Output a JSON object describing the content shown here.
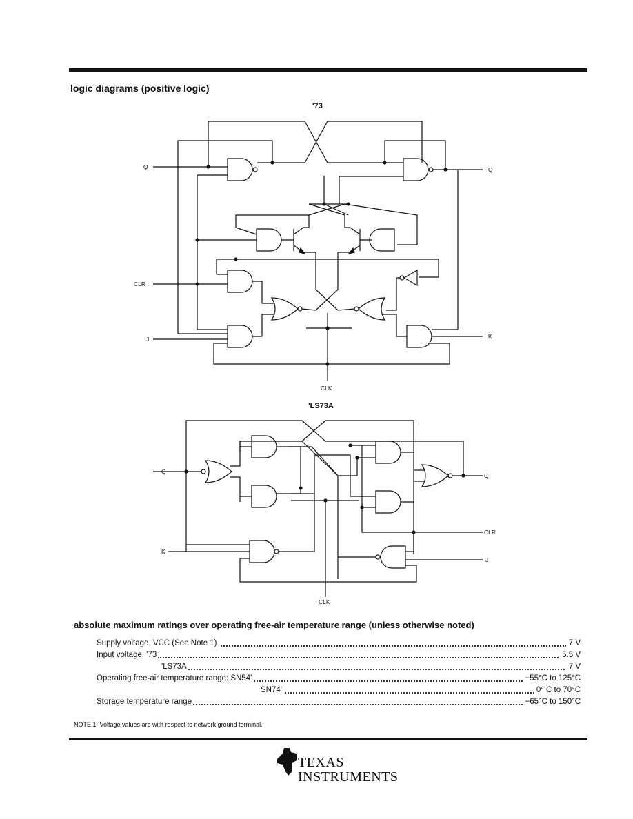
{
  "header": {
    "section_title": "logic diagrams (positive logic)"
  },
  "diagram_73": {
    "title": "'73",
    "labels": {
      "q_left": "Q",
      "q_right": "Q",
      "clr": "CLR",
      "j": "J",
      "k": "K",
      "clk": "CLK"
    }
  },
  "diagram_ls73a": {
    "title": "'LS73A",
    "labels": {
      "q_left": "Q",
      "q_right": "Q",
      "clr": "CLR",
      "j": "J",
      "k": "K",
      "clk": "CLK"
    }
  },
  "ratings": {
    "title": "absolute maximum ratings over operating free-air temperature range (unless otherwise noted)",
    "rows": [
      {
        "label": "Supply voltage, VCC (See Note 1)",
        "value": "7 V"
      },
      {
        "label": "Input voltage:  '73",
        "value": "5.5 V"
      },
      {
        "label": "'LS73A",
        "value": "7 V"
      },
      {
        "label": "Operating free-air temperature range:  SN54'",
        "value": "−55°C to 125°C"
      },
      {
        "label": "SN74'",
        "value": "0° C to 70°C"
      },
      {
        "label": "Storage temperature range",
        "value": "−65°C to 150°C"
      }
    ],
    "note": "NOTE 1: Voltage values are with respect to network ground terminal."
  },
  "footer": {
    "logo_name": "texas-instruments-logo",
    "logo_line1": "TEXAS",
    "logo_line2": "INSTRUMENTS"
  }
}
